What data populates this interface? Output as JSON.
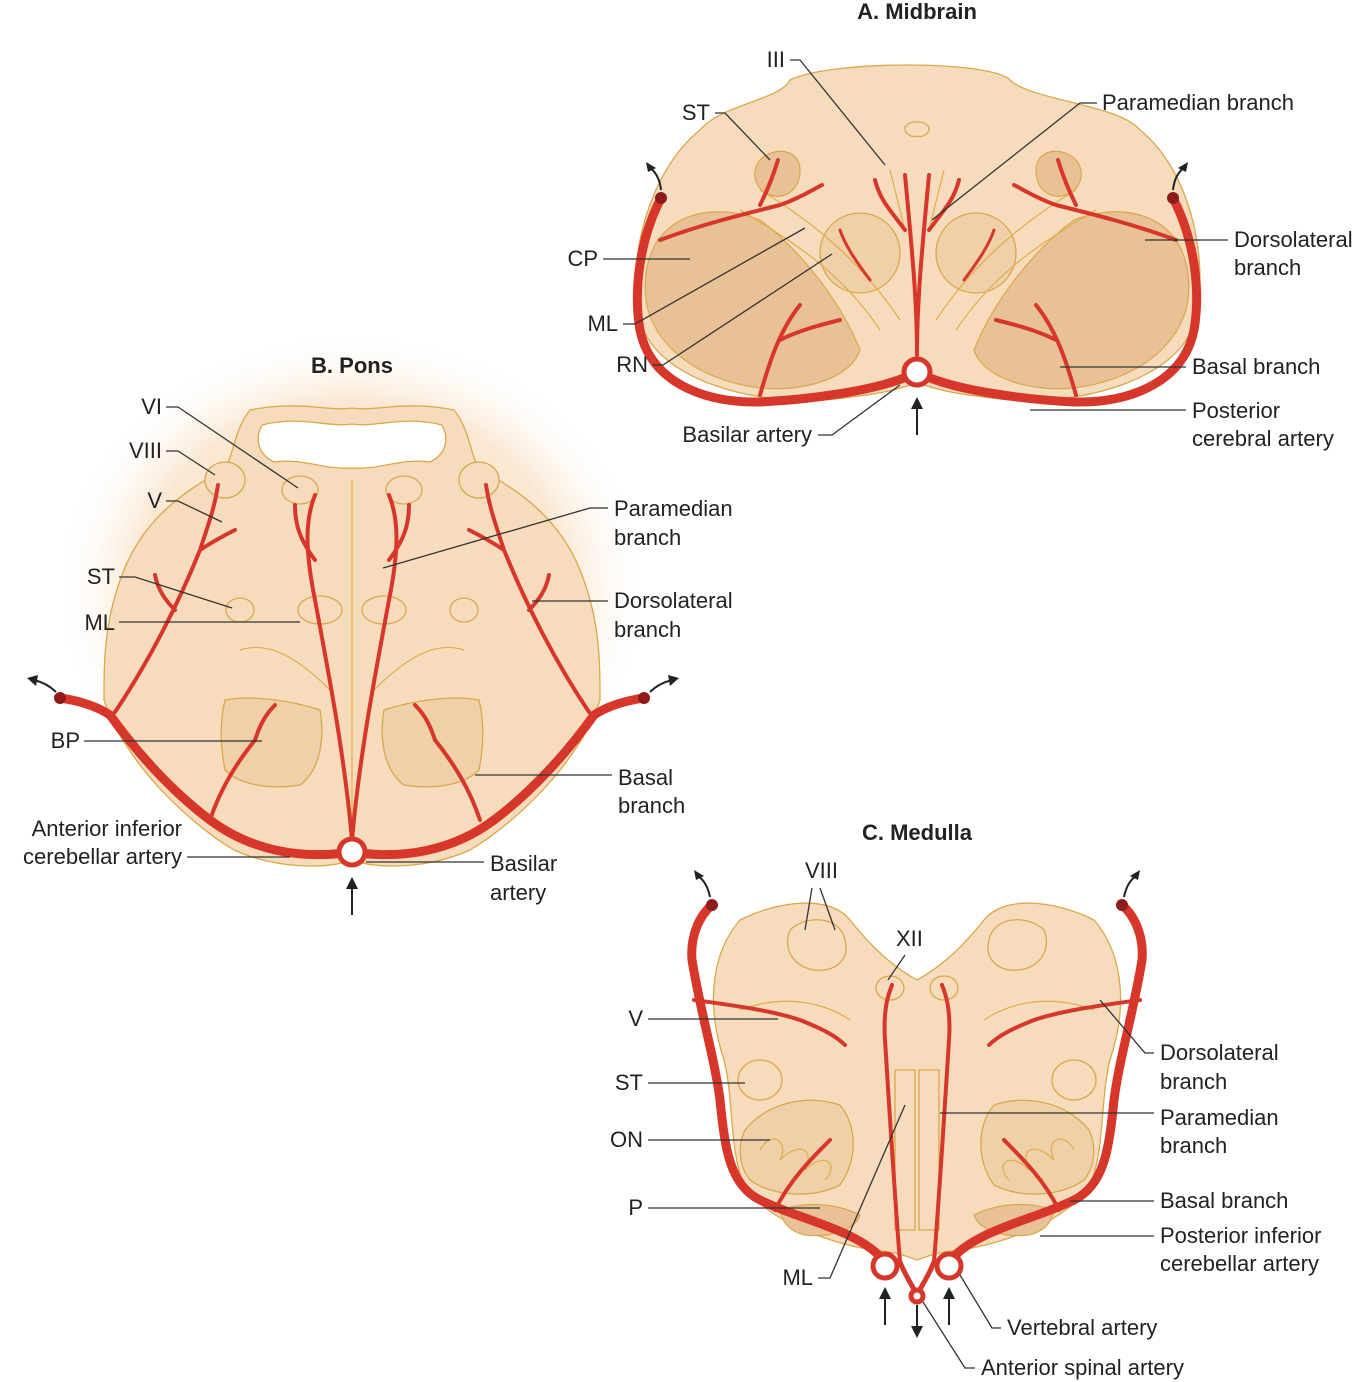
{
  "panels": {
    "midbrain": {
      "title": "A. Midbrain",
      "labels": {
        "III": "III",
        "ST": "ST",
        "CP": "CP",
        "ML": "ML",
        "RN": "RN",
        "basilar": "Basilar artery",
        "paramedian": "Paramedian branch",
        "dorsolateral_1": "Dorsolateral",
        "dorsolateral_2": "branch",
        "basal": "Basal branch",
        "pca_1": "Posterior",
        "pca_2": "cerebral artery"
      }
    },
    "pons": {
      "title": "B. Pons",
      "labels": {
        "VI": "VI",
        "VIII": "VIII",
        "V": "V",
        "ST": "ST",
        "ML": "ML",
        "BP": "BP",
        "aica_1": "Anterior inferior",
        "aica_2": "cerebellar artery",
        "paramedian_1": "Paramedian",
        "paramedian_2": "branch",
        "dorsolateral_1": "Dorsolateral",
        "dorsolateral_2": "branch",
        "basal_1": "Basal",
        "basal_2": "branch",
        "basilar_1": "Basilar",
        "basilar_2": "artery"
      }
    },
    "medulla": {
      "title": "C. Medulla",
      "labels": {
        "VIII": "VIII",
        "XII": "XII",
        "V": "V",
        "ST": "ST",
        "ON": "ON",
        "P": "P",
        "ML": "ML",
        "dorsolateral_1": "Dorsolateral",
        "dorsolateral_2": "branch",
        "paramedian_1": "Paramedian",
        "paramedian_2": "branch",
        "basal": "Basal branch",
        "pica_1": "Posterior inferior",
        "pica_2": "cerebellar artery",
        "vertebral": "Vertebral artery",
        "anterior_spinal": "Anterior spinal artery"
      }
    }
  },
  "colors": {
    "artery": "#d7372a",
    "tissue": "#f6dcbc",
    "tissue_dark": "#e9c197",
    "outline": "#d9a84a",
    "label": "#222222"
  }
}
